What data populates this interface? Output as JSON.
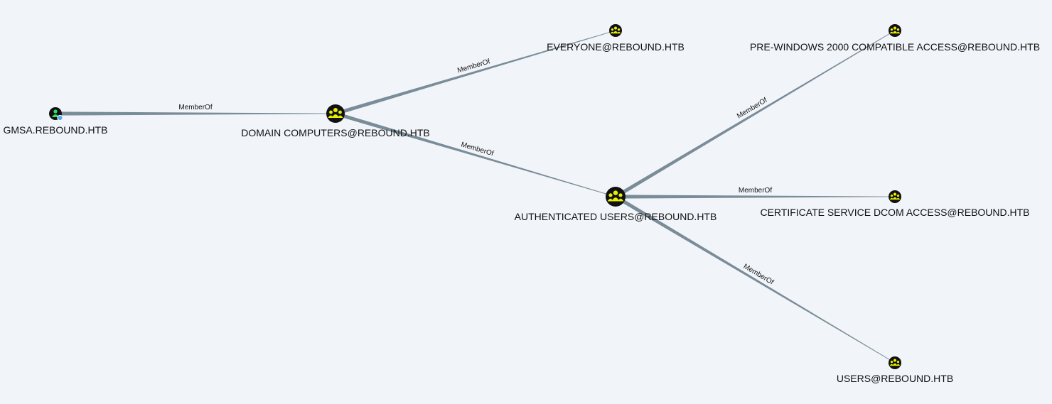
{
  "graph": {
    "colors": {
      "background": "#f1f5fa",
      "edge": "#7a8c98",
      "group_icon": "#e6f000",
      "node_fill": "#111111",
      "computer_icon": "#2ee06a",
      "badge": "#5aa8f0"
    },
    "nodes": [
      {
        "id": "gmsa",
        "label": "GMSA.REBOUND.HTB",
        "kind": "computer",
        "icon": "computer-icon"
      },
      {
        "id": "domain_computers",
        "label": "DOMAIN COMPUTERS@REBOUND.HTB",
        "kind": "group",
        "icon": "group-icon"
      },
      {
        "id": "everyone",
        "label": "EVERYONE@REBOUND.HTB",
        "kind": "group",
        "icon": "group-icon"
      },
      {
        "id": "authenticated_users",
        "label": "AUTHENTICATED USERS@REBOUND.HTB",
        "kind": "group",
        "icon": "group-icon"
      },
      {
        "id": "pre_windows",
        "label": "PRE-WINDOWS 2000 COMPATIBLE ACCESS@REBOUND.HTB",
        "kind": "group",
        "icon": "group-icon"
      },
      {
        "id": "cert_dcom",
        "label": "CERTIFICATE SERVICE DCOM ACCESS@REBOUND.HTB",
        "kind": "group",
        "icon": "group-icon"
      },
      {
        "id": "users",
        "label": "USERS@REBOUND.HTB",
        "kind": "group",
        "icon": "group-icon"
      }
    ],
    "edges": [
      {
        "source": "gmsa",
        "target": "domain_computers",
        "label": "MemberOf"
      },
      {
        "source": "domain_computers",
        "target": "everyone",
        "label": "MemberOf"
      },
      {
        "source": "domain_computers",
        "target": "authenticated_users",
        "label": "MemberOf"
      },
      {
        "source": "authenticated_users",
        "target": "pre_windows",
        "label": "MemberOf"
      },
      {
        "source": "authenticated_users",
        "target": "cert_dcom",
        "label": "MemberOf"
      },
      {
        "source": "authenticated_users",
        "target": "users",
        "label": "MemberOf"
      }
    ]
  }
}
